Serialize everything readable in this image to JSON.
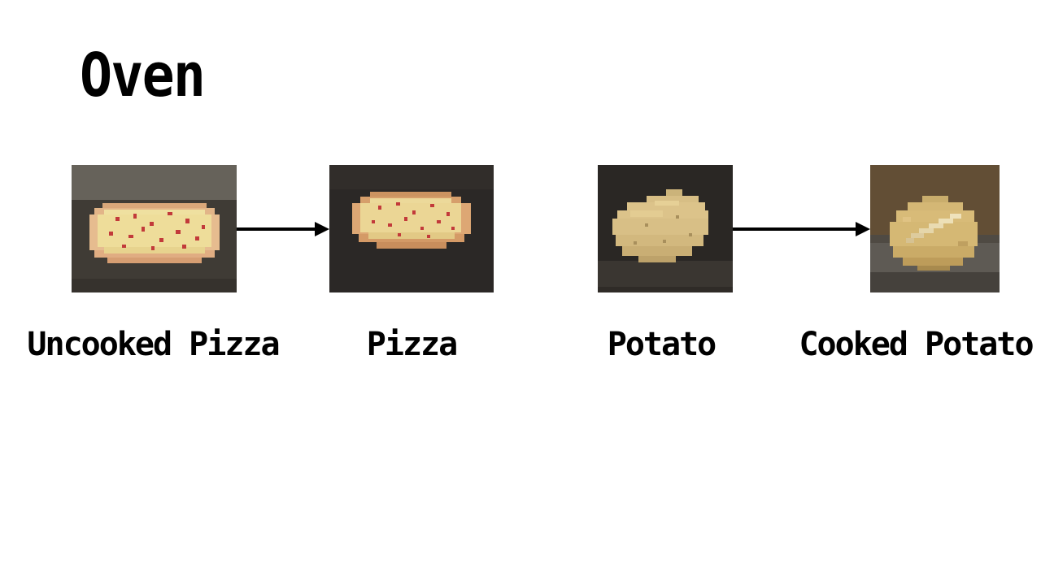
{
  "page": {
    "title": "Oven"
  },
  "recipes": [
    {
      "input": {
        "label": "Uncooked Pizza",
        "icon": "uncooked-pizza-icon"
      },
      "output": {
        "label": "Pizza",
        "icon": "pizza-icon"
      }
    },
    {
      "input": {
        "label": "Potato",
        "icon": "potato-icon"
      },
      "output": {
        "label": "Cooked Potato",
        "icon": "cooked-potato-icon"
      }
    }
  ],
  "colors": {
    "text": "#000000",
    "arrow": "#000000",
    "background": "#ffffff"
  }
}
